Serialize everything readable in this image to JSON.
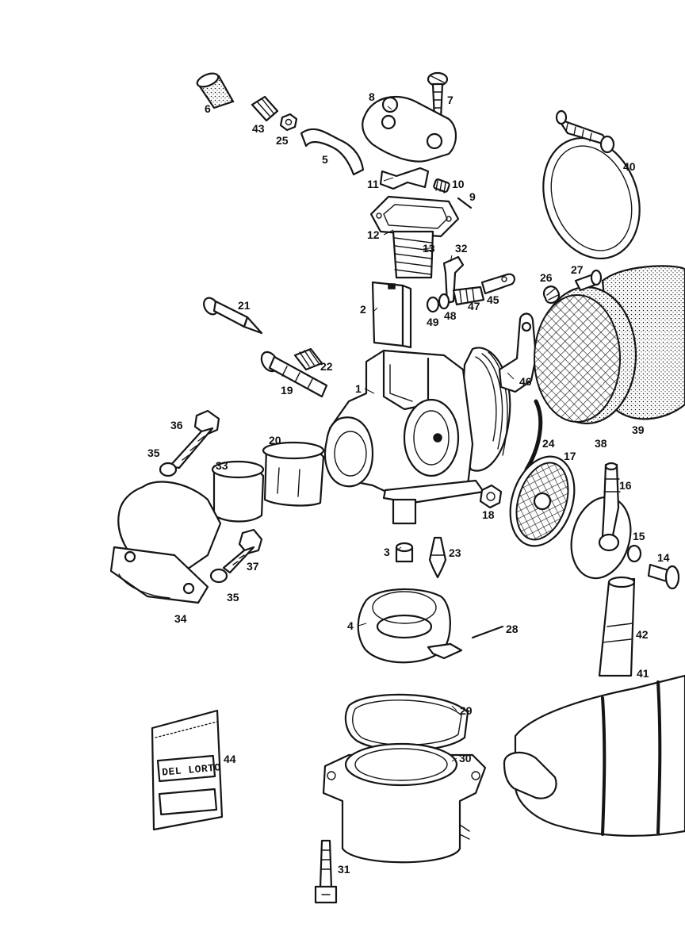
{
  "diagram": {
    "kind": "exploded-parts-view",
    "part_numbers": {
      "p1": "1",
      "p2": "2",
      "p3": "3",
      "p4": "4",
      "p5": "5",
      "p6": "6",
      "p7": "7",
      "p8": "8",
      "p9": "9",
      "p10": "10",
      "p11": "11",
      "p12": "12",
      "p13": "13",
      "p14": "14",
      "p15": "15",
      "p16": "16",
      "p17": "17",
      "p18": "18",
      "p19": "19",
      "p20": "20",
      "p21": "21",
      "p22": "22",
      "p23": "23",
      "p24": "24",
      "p25": "25",
      "p26": "26",
      "p27": "27",
      "p28": "28",
      "p29": "29",
      "p30": "30",
      "p31": "31",
      "p32": "32",
      "p33": "33",
      "p34": "34",
      "p35a": "35",
      "p35b": "35",
      "p36": "36",
      "p37": "37",
      "p38": "38",
      "p39": "39",
      "p40": "40",
      "p41": "41",
      "p42": "42",
      "p43": "43",
      "p44": "44",
      "p45": "45",
      "p46": "46",
      "p47": "47",
      "p48": "48",
      "p49": "49"
    },
    "kit_bag_logo": "DEL LORTO",
    "colors": {
      "line": "#151515",
      "background": "#ffffff"
    }
  }
}
